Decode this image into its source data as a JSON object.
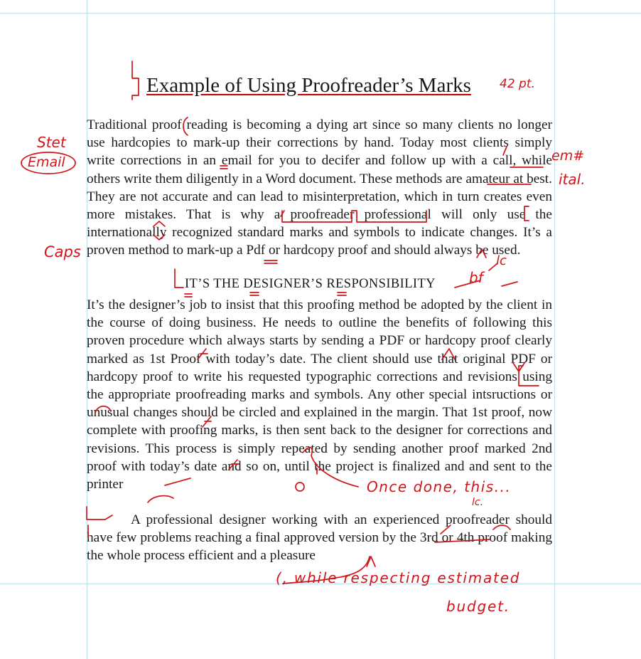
{
  "document": {
    "title": "Example of Using Proofreader’s Marks",
    "paragraph_1": "Traditional proof reading is becoming a dying art since so many clients no longer use hardcopies to mark-up their corrections by hand. Today most clients simply write corrections in an email for you to decifer and follow up with a call, while others write them diligently in a Word document. These methods are amateur at best. They are not accurate and can lead to misinterpretation, which in turn creates even more mistakes. That is why a proofreader professional will only use the internationally recognized standard marks and symbols to indicate changes. It’s a proven method to mark-up a Pdf or hardcopy proof and should always be used.",
    "heading": "IT’S THE DESIGNER’S RESPONSIBILITY",
    "paragraph_2": "It’s the designer’s job to insist that this proofing method be adopted by the client in the course of doing business. He needs to outline the benefits of following this proven procedure which always starts by sending a PDF or hardcopy proof clearly marked as 1st Proof with today’s date. The client should use that original PDF or hardcopy proof to write his requested typographic corrections and revisions using the appropriate proofreading marks and symbols. Any other special intsructions or unusual changes should be circled and explained in the margin. That 1st proof, now complete with proofing marks, is then sent back to the designer for corrections and revisions. This process is simply repeated by sending another proof marked 2nd proof with today’s date and so on, until the project is finalized and and sent to the printer",
    "paragraph_3": "A professional designer working with an experienced proofreader should have few problems reaching a final approved version by the 3rd or 4th proof making the whole process efficient and a pleasure"
  },
  "annotations": {
    "point_size": "42 pt.",
    "stet": "Stet",
    "email": "Email",
    "em_space": "em#",
    "italic": "ital.",
    "caps": "Caps",
    "lowercase": "lc",
    "boldface": "bf",
    "once_done": "Once done, this...",
    "lc_below": "lc.",
    "insertion": "(, while respecting estimated",
    "insertion_2": "budget."
  },
  "colors": {
    "markup": "#d0161a",
    "guides": "#bfe3ee",
    "text": "#1a1a1a"
  }
}
